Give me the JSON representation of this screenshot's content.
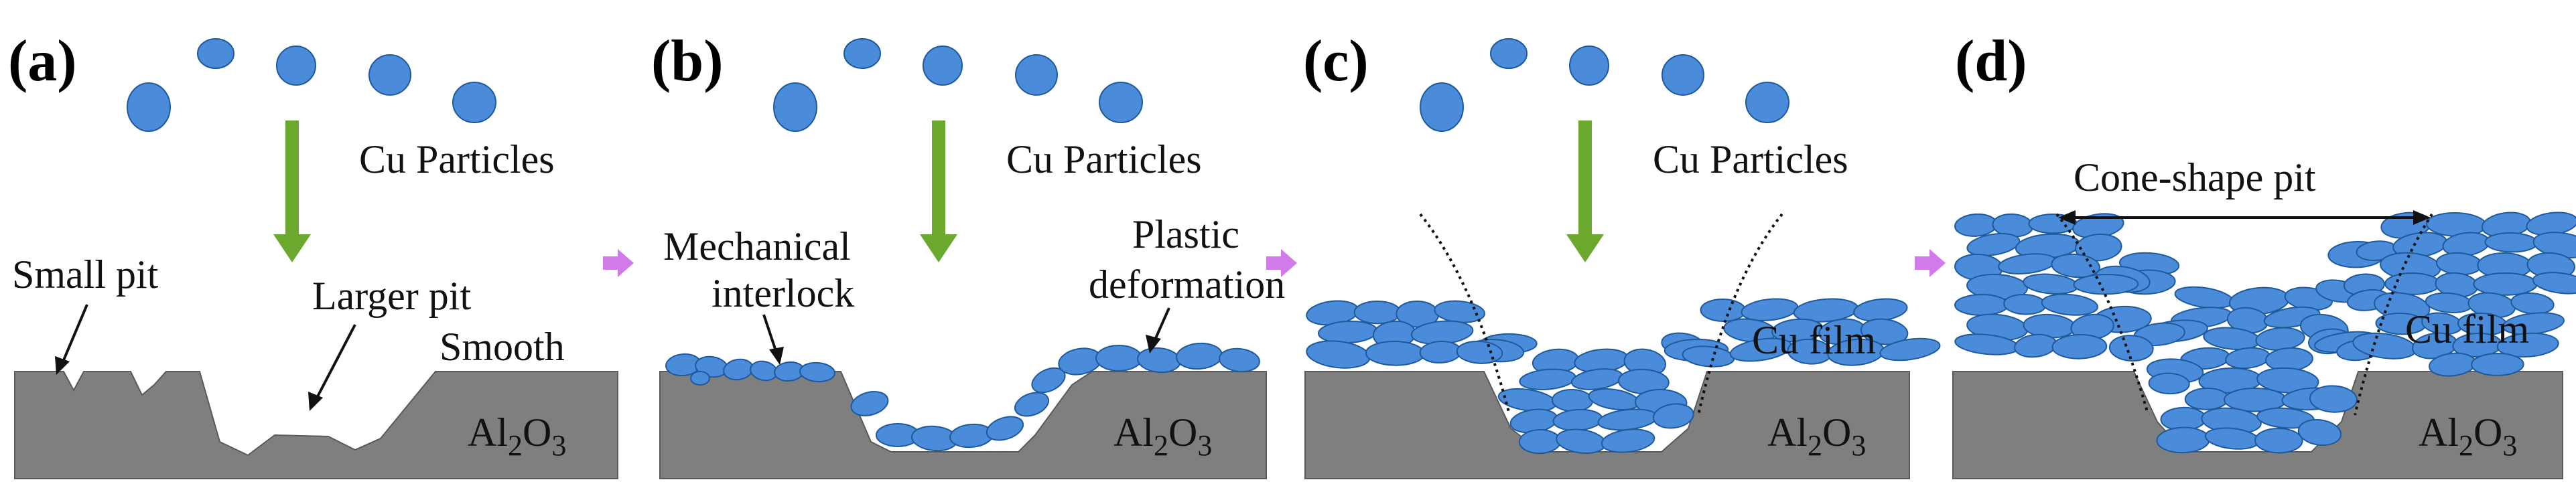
{
  "figure": {
    "colors": {
      "particle_fill": "#4A8CD9",
      "particle_stroke": "#1E5A9C",
      "substrate": "#7F7F7F",
      "substrate_stroke": "#5A5A5A",
      "arrow_green": "#6BA92E",
      "transition_arrow": "#D17BE8",
      "guide_line": "#111111",
      "text": "#111111"
    },
    "panels": [
      {
        "label": "(a)",
        "particles_label": "Cu Particles",
        "substrate_label_main": "Al",
        "substrate_label_sub": "2",
        "substrate_label_end": "O",
        "substrate_label_sub2": "3",
        "annotations": [
          "Small pit",
          "Larger pit",
          "Smooth"
        ]
      },
      {
        "label": "(b)",
        "particles_label": "Cu Particles",
        "substrate_label_main": "Al",
        "substrate_label_sub": "2",
        "substrate_label_end": "O",
        "substrate_label_sub2": "3",
        "annotations": [
          "Mechanical",
          "interlock",
          "Plastic",
          "deformation"
        ]
      },
      {
        "label": "(c)",
        "particles_label": "Cu Particles",
        "substrate_label_main": "Al",
        "substrate_label_sub": "2",
        "substrate_label_end": "O",
        "substrate_label_sub2": "3",
        "film_label": "Cu film"
      },
      {
        "label": "(d)",
        "substrate_label_main": "Al",
        "substrate_label_sub": "2",
        "substrate_label_end": "O",
        "substrate_label_sub2": "3",
        "film_label": "Cu film",
        "pit_label": "Cone-shape pit"
      }
    ],
    "transition_arrow_icon": "right-arrow-icon",
    "deposition_arrow_icon": "down-arrow-icon"
  }
}
